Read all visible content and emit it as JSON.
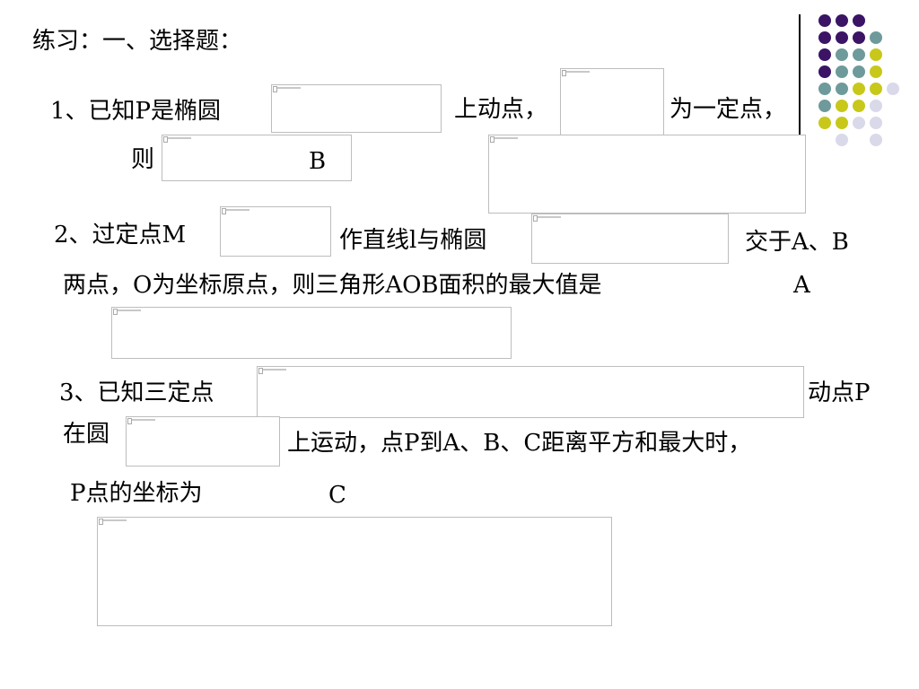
{
  "heading": "练习：一、选择题：",
  "q1": {
    "part1": "1、已知P是椭圆",
    "part2": "上动点，",
    "part3": "为一定点，",
    "part4": "则",
    "answer": "B"
  },
  "q2": {
    "part1": "2、过定点M",
    "part2": "作直线l与椭圆",
    "part3": "交于A、B",
    "line2": "两点，O为坐标原点，则三角形AOB面积的最大值是",
    "answer": "A"
  },
  "q3": {
    "part1": "3、已知三定点",
    "part2": "动点P",
    "part3": "在圆",
    "part4": "上运动，点P到A、B、C距离平方和最大时，",
    "line3": "P点的坐标为",
    "answer": "C"
  },
  "colors": {
    "purple": "#3b1466",
    "teal": "#6e9a9b",
    "yellow": "#c8c81a",
    "lavender": "#d9d9ea"
  }
}
